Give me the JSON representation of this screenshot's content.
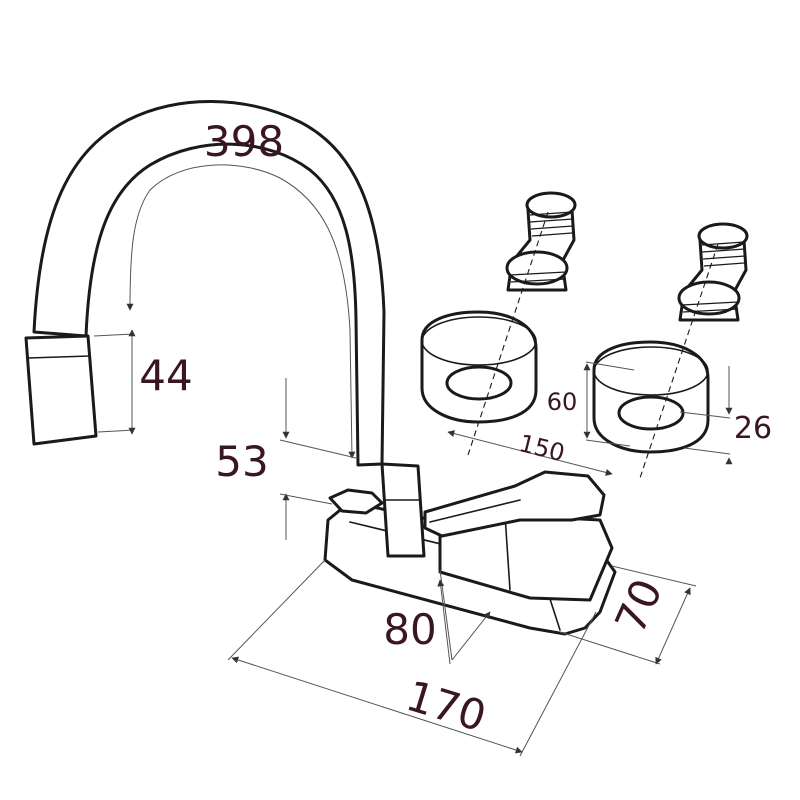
{
  "dimensions": {
    "spout_length": "398",
    "spout_tip_height": "44",
    "clearance_height": "53",
    "connector_spacing": "150",
    "rosette_diameter": "60",
    "rosette_depth": "26",
    "base_width": "170",
    "base_depth": "70",
    "lever_reach": "80"
  },
  "colors": {
    "label": "#3a1620",
    "line": "#1a1a1a",
    "dimension_line": "#555555"
  }
}
